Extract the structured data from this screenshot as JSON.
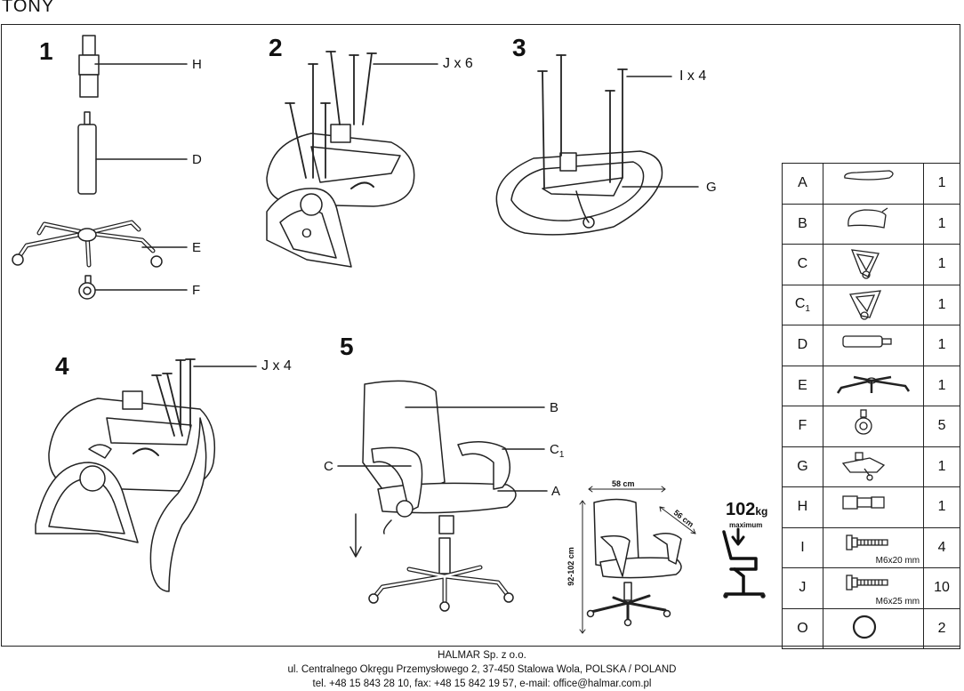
{
  "title": "TONY",
  "steps": [
    "1",
    "2",
    "3",
    "4",
    "5"
  ],
  "labels": {
    "step1": [
      "H",
      "D",
      "E",
      "F"
    ],
    "step2": [
      "J x 6",
      "O"
    ],
    "step3": [
      "I x 4",
      "G"
    ],
    "step4": [
      "J x 4"
    ],
    "step5": [
      "B",
      "C",
      "C",
      "1",
      "A"
    ]
  },
  "dimensions": {
    "width": "58 cm",
    "depth": "56 cm",
    "height": "92-102 cm",
    "max_load_value": "102",
    "max_load_unit": "kg",
    "max_load_label": "maximum"
  },
  "parts": [
    {
      "letter": "A",
      "sub": "",
      "qty": "1",
      "icon": "seat-icon",
      "size": ""
    },
    {
      "letter": "B",
      "sub": "",
      "qty": "1",
      "icon": "backrest-icon",
      "size": ""
    },
    {
      "letter": "C",
      "sub": "",
      "qty": "1",
      "icon": "armrest-left-icon",
      "size": ""
    },
    {
      "letter": "C",
      "sub": "1",
      "qty": "1",
      "icon": "armrest-right-icon",
      "size": ""
    },
    {
      "letter": "D",
      "sub": "",
      "qty": "1",
      "icon": "gas-lift-icon",
      "size": ""
    },
    {
      "letter": "E",
      "sub": "",
      "qty": "1",
      "icon": "star-base-icon",
      "size": ""
    },
    {
      "letter": "F",
      "sub": "",
      "qty": "5",
      "icon": "caster-icon",
      "size": ""
    },
    {
      "letter": "G",
      "sub": "",
      "qty": "1",
      "icon": "mechanism-icon",
      "size": ""
    },
    {
      "letter": "H",
      "sub": "",
      "qty": "1",
      "icon": "gas-lift-cover-icon",
      "size": ""
    },
    {
      "letter": "I",
      "sub": "",
      "qty": "4",
      "icon": "bolt-icon",
      "size": "M6x20 mm"
    },
    {
      "letter": "J",
      "sub": "",
      "qty": "10",
      "icon": "bolt-icon",
      "size": "M6x25 mm"
    },
    {
      "letter": "O",
      "sub": "",
      "qty": "2",
      "icon": "ring-icon",
      "size": ""
    }
  ],
  "footer": {
    "company": "HALMAR Sp. z o.o.",
    "address": "ul. Centralnego Okręgu Przemysłowego 2, 37-450 Stalowa Wola, POLSKA / POLAND",
    "contact": "tel. +48 15 843 28 10, fax: +48 15 842 19 57, e-mail: office@halmar.com.pl"
  }
}
